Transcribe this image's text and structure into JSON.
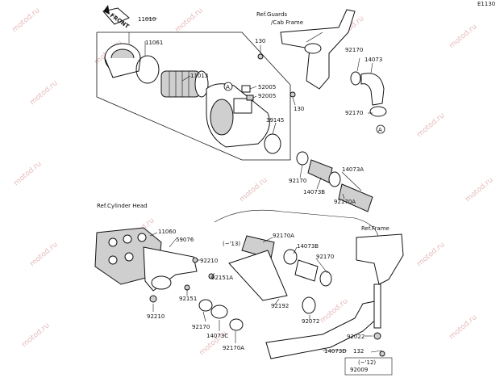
{
  "diagram": {
    "code": "E1130",
    "front_label": "FRONT",
    "refs": {
      "guards": [
        "Ref.Guards",
        "/Cab Frame"
      ],
      "cylinder_head": "Ref.Cylinder Head",
      "frame": "Ref.Frame"
    },
    "markers": {
      "a": "A"
    },
    "notes": {
      "n13": "(~'13)",
      "n12": "(~'12)"
    },
    "watermark": "motod.ru",
    "parts": {
      "p11010": "11010",
      "p11061": "11061",
      "p11013": "11013",
      "p130a": "130",
      "p52005": "52005",
      "p92005": "92005",
      "p130b": "130",
      "p39145": "39145",
      "p92170a": "92170",
      "p14073": "14073",
      "p92170b": "92170",
      "p92170c": "92170",
      "p14073a": "14073A",
      "p14073b": "14073B",
      "p92170A1": "92170A",
      "p11060": "11060",
      "p59076": "59076",
      "p92210a": "92210",
      "p92151A": "92151A",
      "p92151": "92151",
      "p92210b": "92210",
      "p92170A2": "92170A",
      "p14073b2": "14073B",
      "p92170d": "92170",
      "p92192": "92192",
      "p92072": "92072",
      "p92170e": "92170",
      "p14073c": "14073C",
      "p92170A3": "92170A",
      "p14073d": "14073D",
      "p92022": "92022",
      "p132": "132",
      "p92009": "92009"
    }
  }
}
